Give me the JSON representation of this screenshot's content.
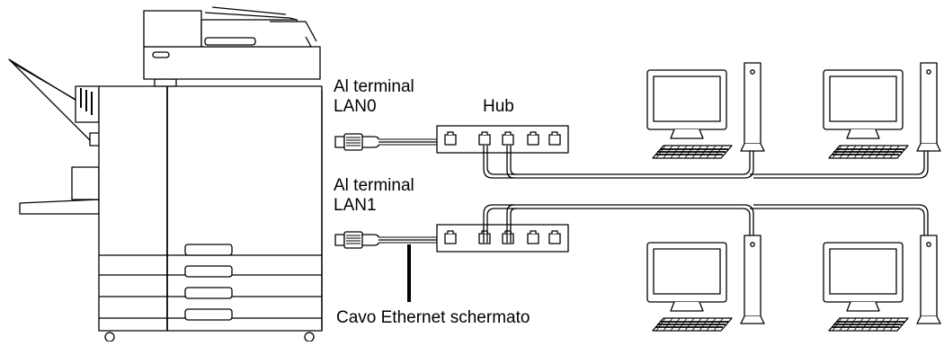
{
  "labels": {
    "terminal_lan0_line1": "Al terminal",
    "terminal_lan0_line2": "LAN0",
    "hub": "Hub",
    "terminal_lan1_line1": "Al terminal",
    "terminal_lan1_line2": "LAN1",
    "cable": "Cavo Ethernet schermato"
  },
  "icons": {
    "printer": "printer-icon",
    "connector": "rj45-plug-icon",
    "hub": "network-hub-icon",
    "computer": "desktop-computer-icon"
  },
  "colors": {
    "line": "#000000",
    "fill": "#ffffff"
  }
}
